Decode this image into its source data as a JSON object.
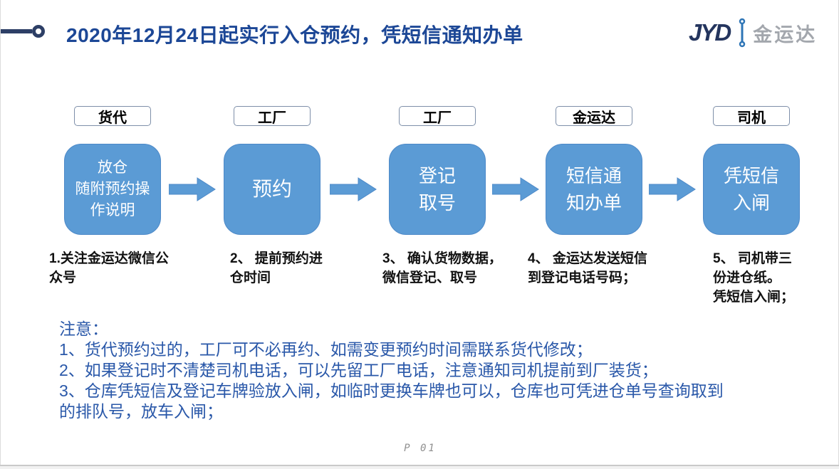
{
  "slide": {
    "title": "2020年12月24日起实行入仓预约，凭短信通知办单",
    "page_number": "P 01"
  },
  "logo": {
    "abbr": "JYD",
    "name": "金运达"
  },
  "flow": {
    "steps": [
      {
        "actor": "货代",
        "box_lines": [
          "放仓",
          "随附预约操",
          "作说明"
        ],
        "desc": "1.关注金运达微信公\n众号"
      },
      {
        "actor": "工厂",
        "box_lines": [
          "预约"
        ],
        "desc": "2、 提前预约进\n仓时间"
      },
      {
        "actor": "工厂",
        "box_lines": [
          "登记",
          "取号"
        ],
        "desc": "3、 确认货物数据，\n微信登记、取号"
      },
      {
        "actor": "金运达",
        "box_lines": [
          "短信通",
          "知办单"
        ],
        "desc": "4、 金运达发送短信\n到登记电话号码；"
      },
      {
        "actor": "司机",
        "box_lines": [
          "凭短信",
          "入闸"
        ],
        "desc": "5、 司机带三\n份进仓纸。\n凭短信入闸；"
      }
    ]
  },
  "notes": {
    "heading": "注意：",
    "items": [
      "1、货代预约过的，工厂可不必再约、如需变更预约时间需联系货代修改；",
      "2、如果登记时不清楚司机电话，可以先留工厂电话，注意通知司机提前到厂装货；",
      "3、仓库凭短信及登记车牌验放入闸，如临时更换车牌也可以，仓库也可凭进仓单号查询取到\n的排队号，放车入闸；"
    ]
  },
  "colors": {
    "title_blue": "#1c4796",
    "box_fill": "#5b9bd5",
    "box_border": "#4d89c8",
    "notes_blue": "#2a58a9",
    "decor_navy": "#2d3f66",
    "logo_navy": "#24355e",
    "logo_accent_blue": "#2e75b6",
    "logo_gray": "#a3a7ad"
  }
}
